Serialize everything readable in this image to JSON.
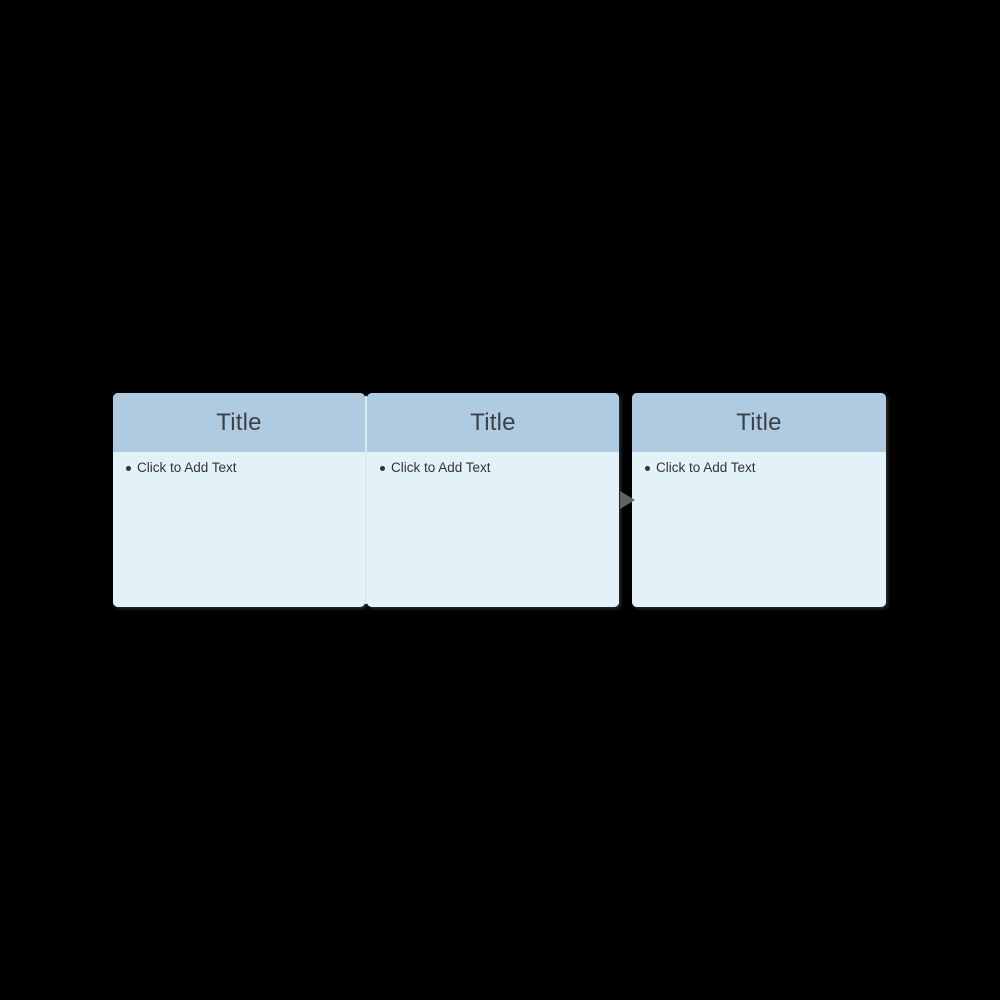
{
  "colors": {
    "canvas_bg": "#000000",
    "header_bg": "#aecbe1",
    "body_bg": "#e3f2f9",
    "divider": "#dceaf3",
    "title_text": "#3e4246",
    "body_text": "#333333",
    "bullet": "#333333",
    "arrow": "#5f6366"
  },
  "cards": [
    {
      "title": "Title",
      "body_text": "Click to Add Text"
    },
    {
      "title": "Title",
      "body_text": "Click to Add Text"
    },
    {
      "title": "Title",
      "body_text": "Click to Add Text"
    }
  ],
  "connector": {
    "shape": "arrowhead-right"
  }
}
